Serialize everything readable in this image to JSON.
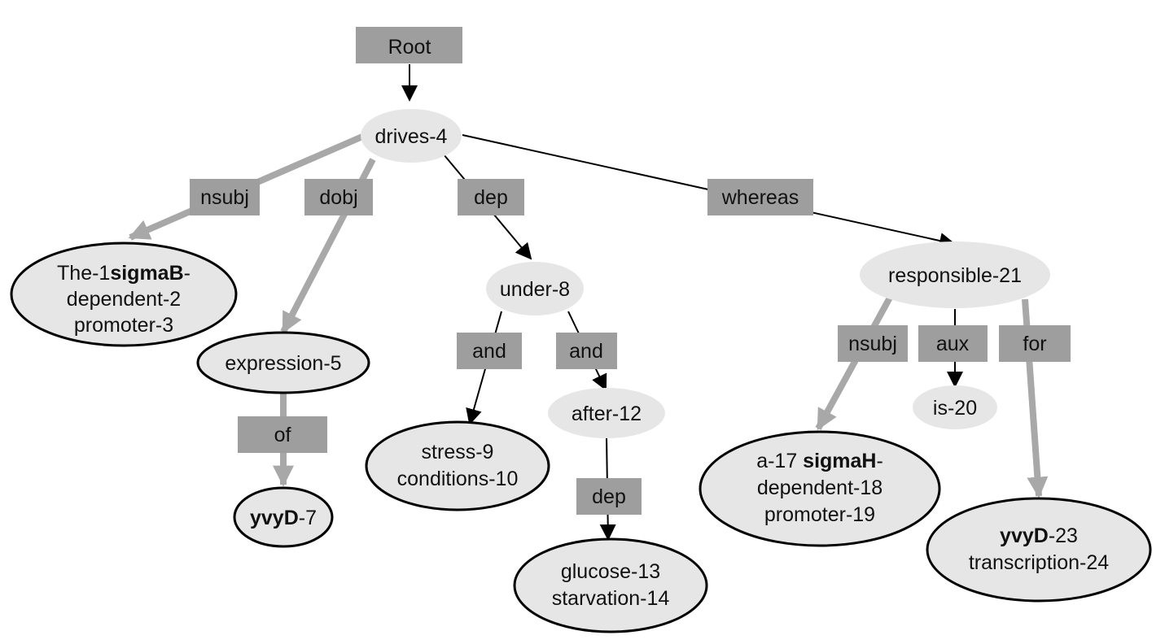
{
  "root_label": "Root",
  "nodes": {
    "drives": [
      {
        "t": "drives-4"
      }
    ],
    "the_sigmab": [
      {
        "t": "The-1"
      },
      {
        "t": "sigmaB",
        "b": true
      },
      {
        "t": "-"
      }
    ],
    "the_sigmab_line2": [
      {
        "t": "dependent-2"
      }
    ],
    "the_sigmab_line3": [
      {
        "t": "promoter-3"
      }
    ],
    "expression": [
      {
        "t": "expression-5"
      }
    ],
    "yvyd7": [
      {
        "t": "yvyD",
        "b": true
      },
      {
        "t": "-7"
      }
    ],
    "under": [
      {
        "t": "under-8"
      }
    ],
    "stress_line1": [
      {
        "t": "stress-9"
      }
    ],
    "stress_line2": [
      {
        "t": "conditions-10"
      }
    ],
    "after": [
      {
        "t": "after-12"
      }
    ],
    "glucose_line1": [
      {
        "t": "glucose-13"
      }
    ],
    "glucose_line2": [
      {
        "t": "starvation-14"
      }
    ],
    "responsible": [
      {
        "t": "responsible-21"
      }
    ],
    "is20": [
      {
        "t": "is-20"
      }
    ],
    "sigmah_line1": [
      {
        "t": "a-17 "
      },
      {
        "t": "sigmaH",
        "b": true
      },
      {
        "t": "-"
      }
    ],
    "sigmah_line2": [
      {
        "t": "dependent-18"
      }
    ],
    "sigmah_line3": [
      {
        "t": "promoter-19"
      }
    ],
    "yvyd23_line1": [
      {
        "t": "yvyD",
        "b": true
      },
      {
        "t": "-23"
      }
    ],
    "yvyd23_line2": [
      {
        "t": "transcription-24"
      }
    ]
  },
  "edge_labels": {
    "nsubj_1": "nsubj",
    "dobj": "dobj",
    "dep_1": "dep",
    "whereas": "whereas",
    "of": "of",
    "and_1": "and",
    "and_2": "and",
    "dep_2": "dep",
    "nsubj_2": "nsubj",
    "aux": "aux",
    "for": "for"
  },
  "colors": {
    "node_fill": "#e6e6e6",
    "label_box": "#9e9e9e",
    "arrow_dark": "#000000",
    "arrow_gray": "#a8a8a8"
  }
}
